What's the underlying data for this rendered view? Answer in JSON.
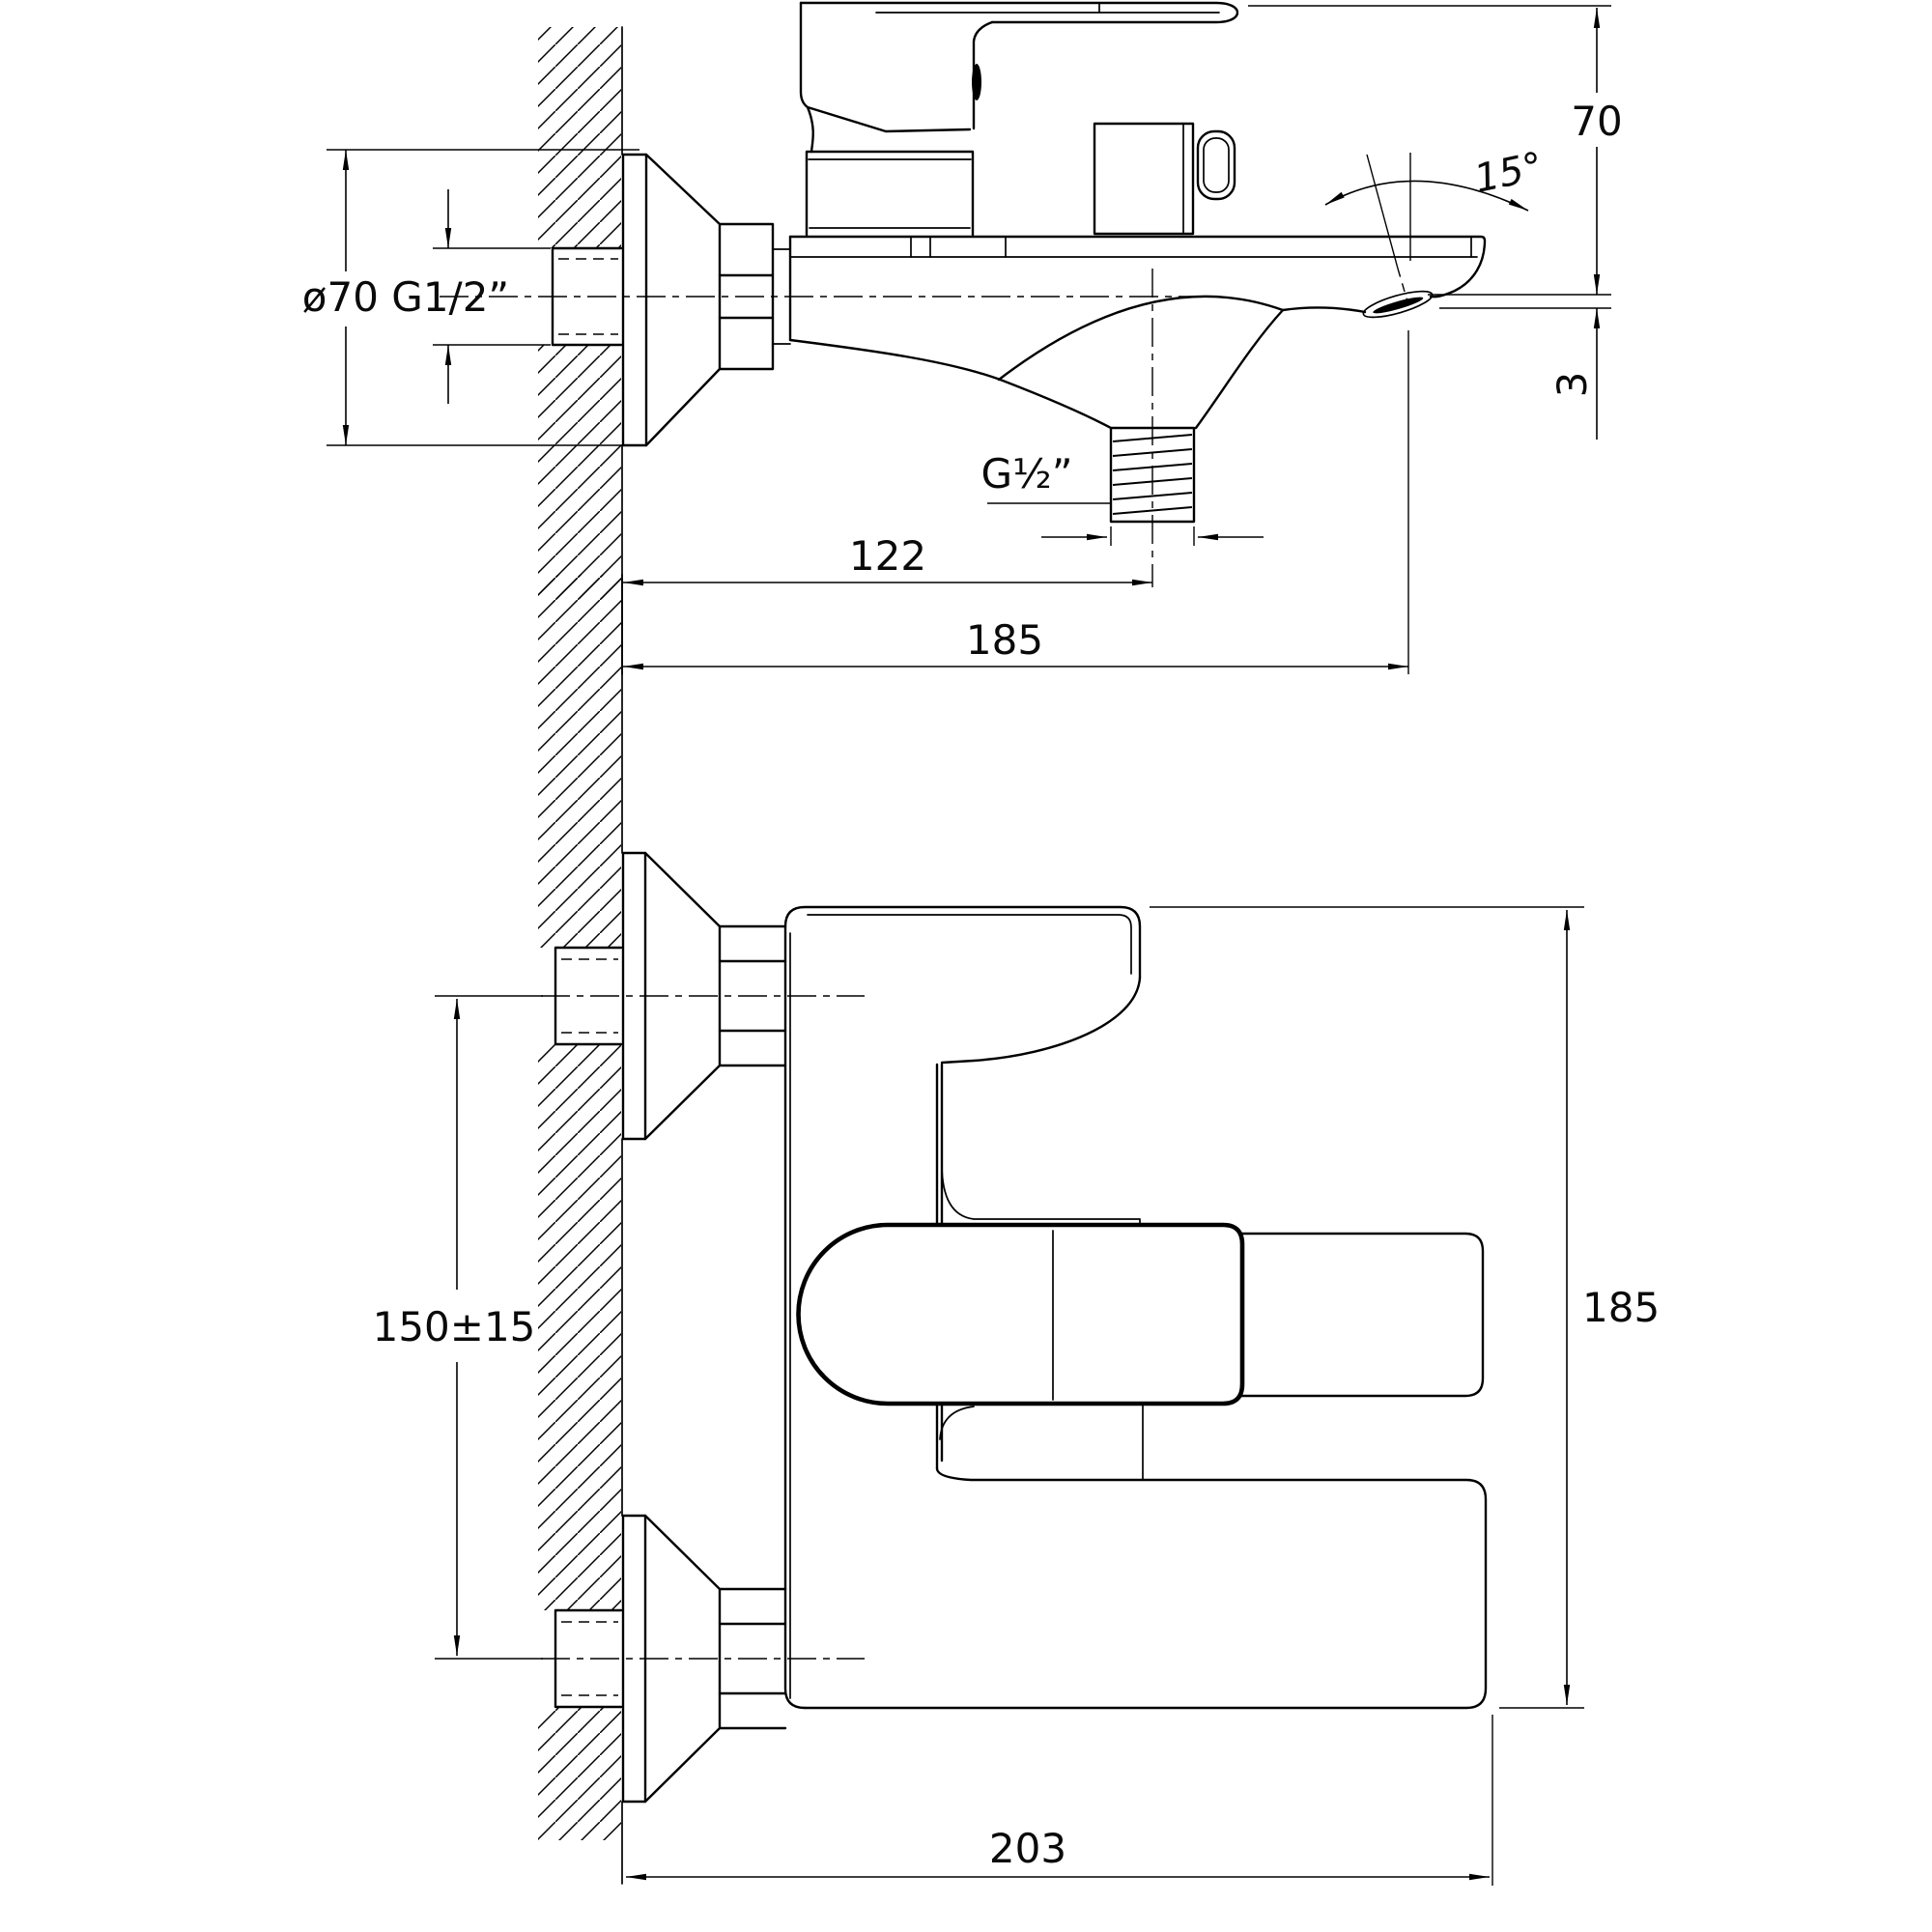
{
  "side_view": {
    "escutcheon_and_inlet_thread": "ø70 G1/2”",
    "spout_angle": "15°",
    "top_to_spout_height": "70",
    "spout_drop": "3",
    "shower_outlet_thread": "G½”",
    "wall_to_shower_outlet": "122",
    "wall_to_spout_tip": "185"
  },
  "front_view": {
    "supply_centre_spacing": "150±15",
    "body_height": "185",
    "overall_width": "203"
  },
  "style": {
    "line_color": "#000000",
    "background": "#ffffff"
  }
}
